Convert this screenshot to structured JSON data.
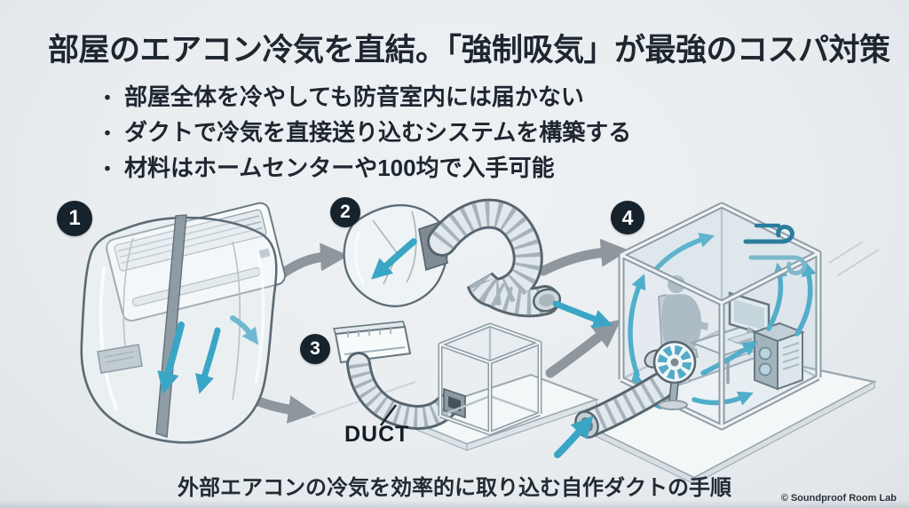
{
  "title": "部屋のエアコン冷気を直結。「強制吸気」が最強のコスパ対策",
  "bullet_marker": "・",
  "bullets": [
    "部屋全体を冷やしても防音室内には届かない",
    "ダクトで冷気を直接送り込むシステムを構築する",
    "材料はホームセンターや100均で入手可能"
  ],
  "step_badges": [
    "1",
    "2",
    "3",
    "4"
  ],
  "labels": {
    "duct": "DUCT"
  },
  "caption": "外部エアコンの冷気を効率的に取り込む自作ダクトの手順",
  "footer": {
    "copyright": "© Soundproof Room Lab"
  },
  "colors": {
    "background": "#e9edf0",
    "text": "#1e2630",
    "badge_background": "#16222c",
    "cold_air_teal": "#3aa6c6",
    "flow_arrow_gray": "#8e979e",
    "line_art": "#57656f"
  }
}
